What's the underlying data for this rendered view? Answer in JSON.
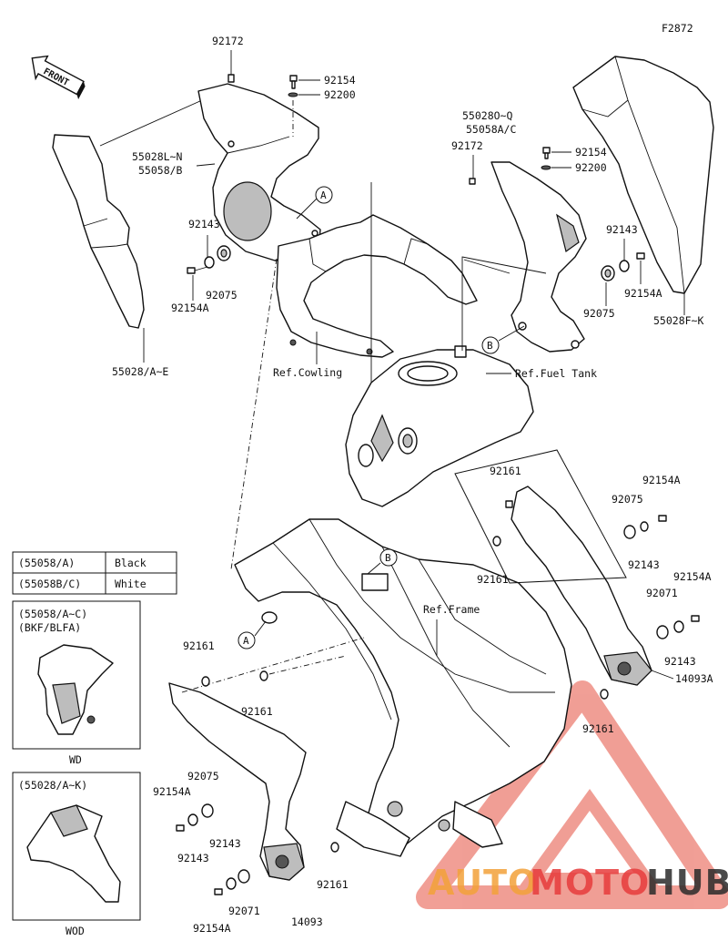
{
  "figure_code": "F2872",
  "front_arrow_text": "FRONT",
  "labels": {
    "l_92172_top": "92172",
    "l_92154_top": "92154",
    "l_92200_top": "92200",
    "l_55028LN": "55028L~N",
    "l_55058B": "55058/B",
    "l_92143_l": "92143",
    "l_92075_l": "92075",
    "l_92154A_l": "92154A",
    "l_55028AE": "55028/A~E",
    "l_55028OQ": "55028O~Q",
    "l_55058AC": "55058A/C",
    "l_92172_r": "92172",
    "l_92154_r": "92154",
    "l_92200_r": "92200",
    "l_92143_r": "92143",
    "l_92154A_r": "92154A",
    "l_92075_r": "92075",
    "l_55028FK": "55028F~K",
    "l_refcowling": "Ref.Cowling",
    "l_reffuel": "Ref.Fuel Tank",
    "l_reframe": "Ref.Frame",
    "l_92161_a": "92161",
    "l_92154A_m": "92154A",
    "l_92075_m": "92075",
    "l_92161_b": "92161",
    "l_92143_m": "92143",
    "l_92154A_m2": "92154A",
    "l_92071_m": "92071",
    "l_92143_m2": "92143",
    "l_14093A": "14093A",
    "l_92161_c": "92161",
    "l_92161_d": "92161",
    "l_92161_e": "92161",
    "l_92075_b": "92075",
    "l_92154A_b": "92154A",
    "l_92143_b": "92143",
    "l_92143_b2": "92143",
    "l_92071_b": "92071",
    "l_92154A_b2": "92154A",
    "l_14093": "14093",
    "l_92161_f": "92161"
  },
  "callouts": {
    "a": "A",
    "b": "B"
  },
  "color_table": {
    "rows": [
      {
        "code": "(55058/A)",
        "color": "Black"
      },
      {
        "code": "(55058B/C)",
        "color": "White"
      }
    ]
  },
  "inset_wd": {
    "title_line1": "(55058/A~C)",
    "title_line2": "(BKF/BLFA)",
    "caption": "WD"
  },
  "inset_wod": {
    "title": "(55028/A~K)",
    "caption": "WOD"
  },
  "watermark": {
    "part1": "AUTO",
    "part2": "MOTO",
    "part3": "HUB",
    "color1": "#f3a23a",
    "color2": "#e73c3c",
    "color3": "#2b2b2b"
  }
}
